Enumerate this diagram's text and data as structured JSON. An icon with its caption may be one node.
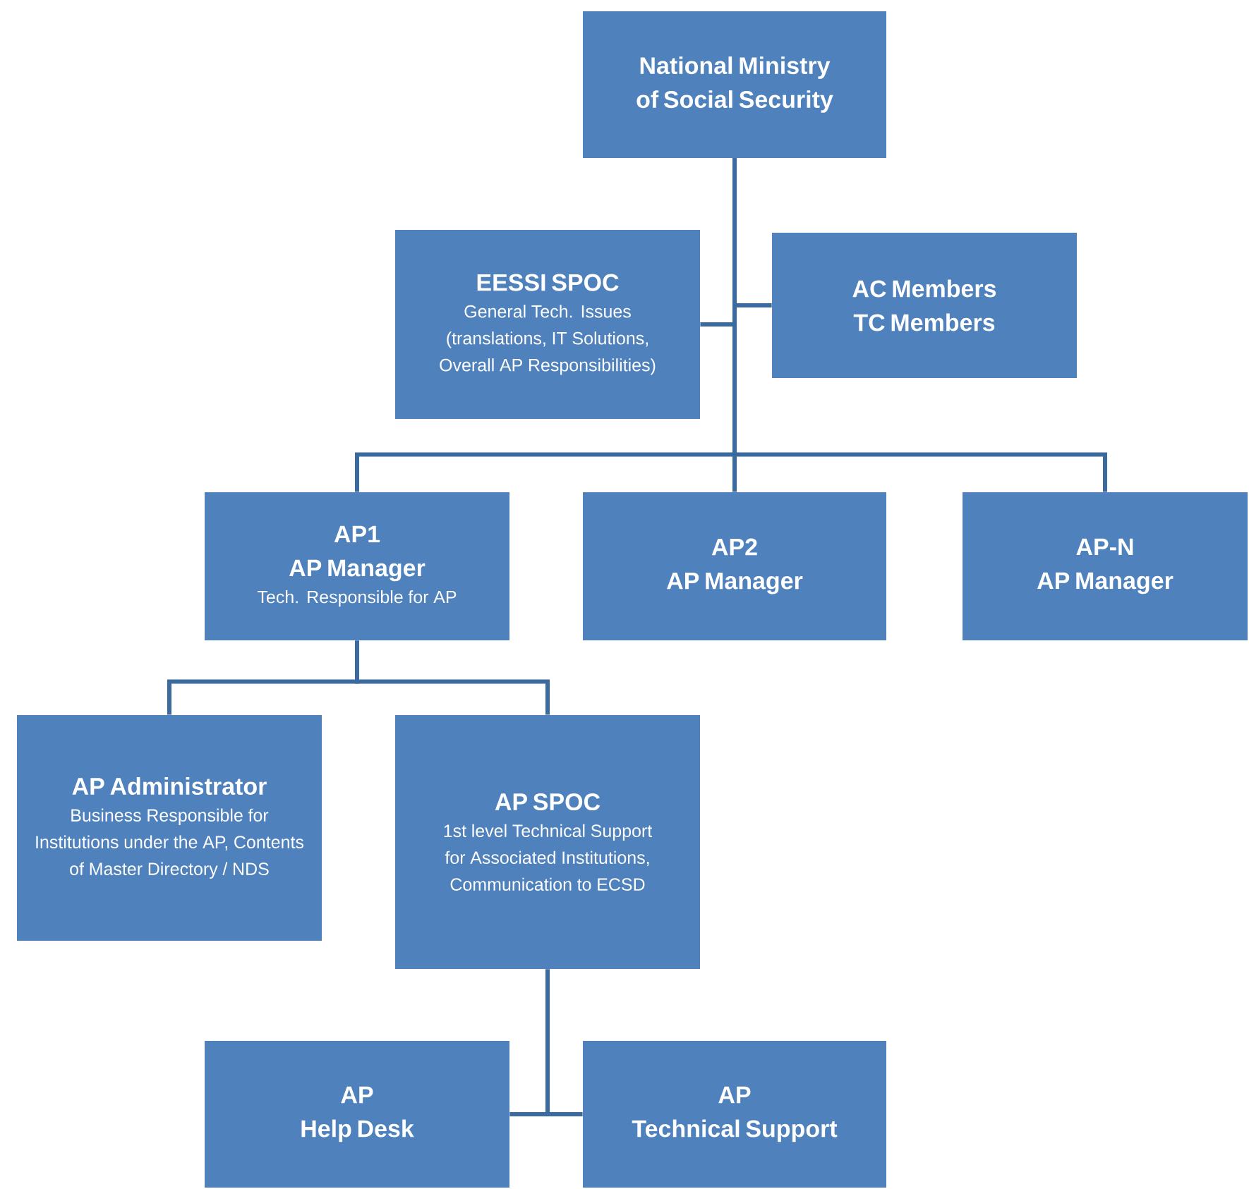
{
  "diagram": {
    "nodes": [
      {
        "text": [
          "National Ministry of Social Security"
        ]
      },
      {
        "text": [
          "EESSI SPOC",
          "General Tech. Issues (translations, IT Solutions, Overall AP Responsibilities)"
        ]
      },
      {
        "text": [
          "AC Members",
          "TC Members"
        ]
      },
      {
        "text": [
          "AP1",
          "AP Manager",
          "Tech. Responsible for AP"
        ]
      },
      {
        "text": [
          "AP2",
          "AP Manager"
        ]
      },
      {
        "text": [
          "AP-N",
          "AP Manager"
        ]
      },
      {
        "text": [
          "AP Administrator",
          "Business Responsible for Institutions under the AP, Contents of Master Directory / NDS"
        ]
      },
      {
        "text": [
          "AP SPOC",
          "1st level Technical Support for Associated Institutions, Communication to ECSD"
        ]
      },
      {
        "text": [
          "AP",
          "Help Desk"
        ]
      },
      {
        "text": [
          "AP",
          "Technical Support"
        ]
      }
    ],
    "edges": [
      {
        "from": 0,
        "to": 1,
        "arrow": "none"
      },
      {
        "from": 0,
        "to": 2,
        "arrow": "none"
      },
      {
        "from": 0,
        "to": 3,
        "arrow": "none"
      },
      {
        "from": 0,
        "to": 4,
        "arrow": "none"
      },
      {
        "from": 0,
        "to": 5,
        "arrow": "none"
      },
      {
        "from": 3,
        "to": 6,
        "arrow": "none"
      },
      {
        "from": 3,
        "to": 7,
        "arrow": "none"
      },
      {
        "from": 7,
        "to": 8,
        "arrow": "none"
      },
      {
        "from": 7,
        "to": 9,
        "arrow": "none"
      }
    ]
  }
}
